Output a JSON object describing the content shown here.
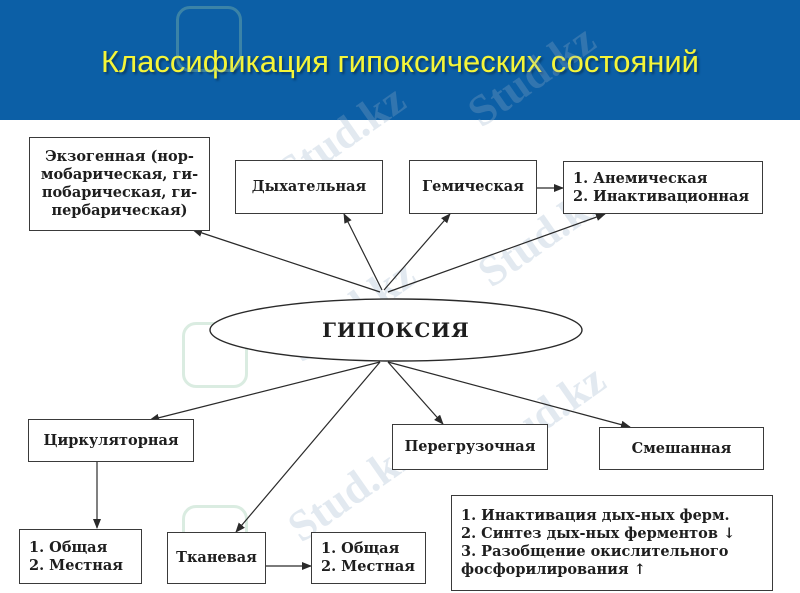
{
  "header": {
    "title": "Классификация гипоксических состояний"
  },
  "diagram": {
    "center": "ГИПОКСИЯ",
    "exogenous_lines": [
      "Экзогенная (нор-",
      "мобарическая, ги-",
      "побарическая, ги-",
      "пербарическая)"
    ],
    "respiratory": "Дыхательная",
    "hemic": "Гемическая",
    "hemic_types": [
      "1. Анемическая",
      "2. Инактивационная"
    ],
    "circulatory": "Циркуляторная",
    "overload": "Перегрузочная",
    "mixed": "Смешанная",
    "circulatory_types": [
      "1. Общая",
      "2. Местная"
    ],
    "tissue": "Тканевая",
    "tissue_types": [
      "1. Общая",
      "2. Местная"
    ],
    "tissue_mechanisms": [
      "1. Инактивация дых-ных ферм.",
      "2. Синтез дых-ных ферментов ↓",
      "3. Разобщение окислительного",
      "фосфорилирования ↑"
    ]
  },
  "watermark": {
    "text": "Stud.kz"
  }
}
